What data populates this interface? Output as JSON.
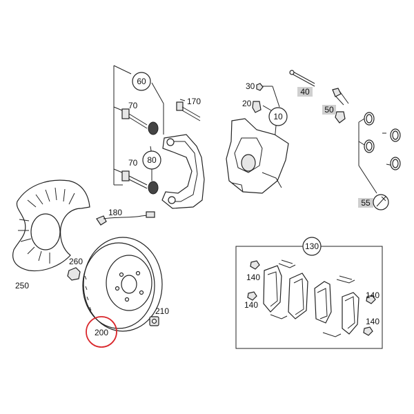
{
  "diagram": {
    "callouts": {
      "c60": "60",
      "c70a": "70",
      "c70b": "70",
      "c170": "170",
      "c80": "80",
      "c30": "30",
      "c20": "20",
      "c10": "10",
      "c40": "40",
      "c50": "50",
      "c55": "55",
      "c180": "180",
      "c260": "260",
      "c250": "250",
      "c210": "210",
      "c200": "200",
      "c130": "130",
      "c140a": "140",
      "c140b": "140",
      "c140c": "140",
      "c140d": "140"
    },
    "highlight_color": "#d9262b",
    "gray_label_color": "#cfcfcf"
  }
}
